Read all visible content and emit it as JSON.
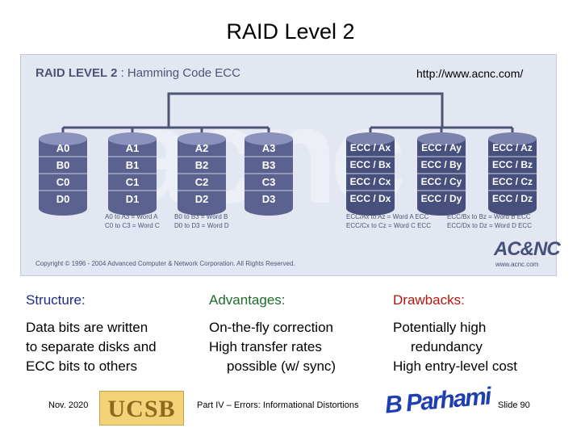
{
  "slide": {
    "title": "RAID Level 2"
  },
  "figure": {
    "heading_bold": "RAID LEVEL 2",
    "heading_rest": " : Hamming Code ECC",
    "url": "http://www.acnc.com/",
    "data_disks": [
      [
        "A0",
        "B0",
        "C0",
        "D0"
      ],
      [
        "A1",
        "B1",
        "C1",
        "D1"
      ],
      [
        "A2",
        "B2",
        "C2",
        "D2"
      ],
      [
        "A3",
        "B3",
        "C3",
        "D3"
      ]
    ],
    "ecc_disks": [
      [
        "ECC / Ax",
        "ECC / Bx",
        "ECC / Cx",
        "ECC / Dx"
      ],
      [
        "ECC / Ay",
        "ECC / By",
        "ECC / Cy",
        "ECC / Dy"
      ],
      [
        "ECC / Az",
        "ECC / Bz",
        "ECC / Cz",
        "ECC / Dz"
      ]
    ],
    "captions": {
      "c1_line1": "A0 to A3 = Word A",
      "c1_line2": "C0 to C3 = Word C",
      "c2_line1": "B0 to B3 = Word B",
      "c2_line2": "D0 to D3 = Word D",
      "c3_line1": "ECC/Ax to Az = Word A ECC",
      "c3_line2": "ECC/Cx to Cz = Word C ECC",
      "c4_line1": "ECC/Bx to Bz = Word B ECC",
      "c4_line2": "ECC/Dx to Dz = Word D ECC"
    },
    "copyright": "Copyright © 1996 - 2004 Advanced Computer & Network Corporation. All Rights Reserved.",
    "logo": "AC&NC",
    "logo_url": "www.acnc.com",
    "watermark": "acnc"
  },
  "columns": {
    "structure": {
      "heading": "Structure:",
      "lines": [
        "Data bits are written",
        "to separate disks and",
        "ECC bits to others"
      ]
    },
    "advantages": {
      "heading": "Advantages:",
      "lines": [
        "On-the-fly correction",
        "High transfer rates",
        "possible (w/ sync)"
      ]
    },
    "drawbacks": {
      "heading": "Drawbacks:",
      "lines": [
        "Potentially high",
        "redundancy",
        "High entry-level cost"
      ]
    }
  },
  "footer": {
    "date": "Nov. 2020",
    "ucsb_logo": "UCSB",
    "part": "Part IV – Errors: Informational Distortions",
    "signature": "B Parhami",
    "slide_number": "Slide 90"
  },
  "colors": {
    "data_disk": "#5b6290",
    "ecc_disk": "#47507c",
    "connector": "#4c5576"
  }
}
